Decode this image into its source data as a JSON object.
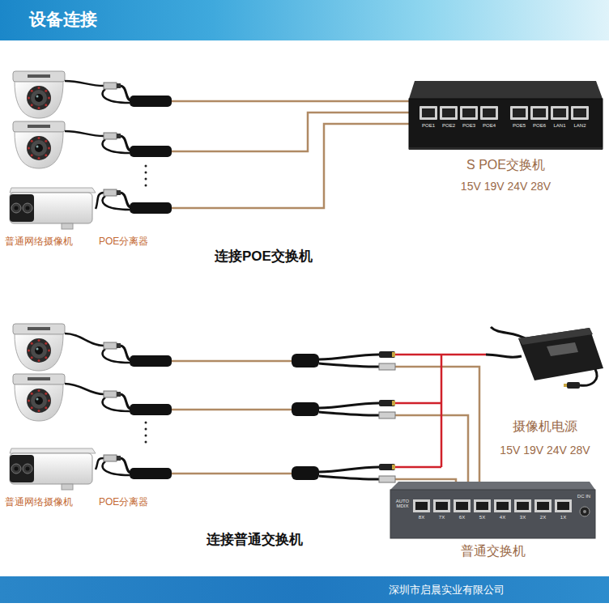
{
  "diagram": {
    "title": "设备连接",
    "nodes": [
      {
        "text": [
          "POE1",
          "POE2",
          "POE3",
          "POE4",
          "POE5",
          "POE6",
          "LAN1",
          "LAN2",
          "S POE交换机",
          "15V 19V 24V 28V"
        ]
      },
      {
        "text": [
          "摄像机电源",
          "15V 19V 24V 28V"
        ]
      },
      {
        "text": [
          "AUTO MDIX",
          "8X",
          "7X",
          "6X",
          "5X",
          "4X",
          "3X",
          "2X",
          "1X",
          "DC IN",
          "普通交换机"
        ]
      }
    ],
    "labels": [
      "普通网络摄像机",
      "POE分离器",
      "连接POE交换机",
      "普通网络摄像机",
      "POE分离器",
      "连接普通交换机",
      "深圳市启晨实业有限公司"
    ]
  }
}
